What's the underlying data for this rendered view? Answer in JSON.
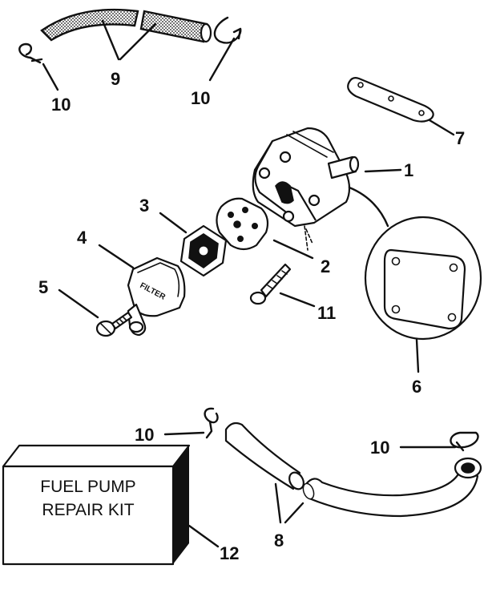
{
  "callouts": {
    "c1": "1",
    "c2": "2",
    "c3": "3",
    "c4": "4",
    "c5": "5",
    "c6": "6",
    "c7": "7",
    "c8": "8",
    "c9": "9",
    "c10a": "10",
    "c10b": "10",
    "c10c": "10",
    "c10d": "10",
    "c11": "11",
    "c12": "12"
  },
  "kit_box": {
    "line1": "FUEL PUMP",
    "line2": "REPAIR KIT"
  },
  "filter_text": "FILTER"
}
